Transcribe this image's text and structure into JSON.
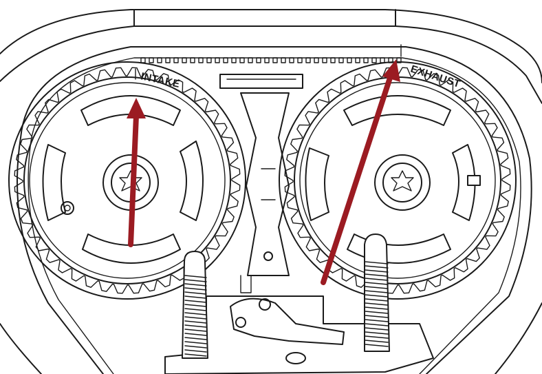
{
  "labels": {
    "intake": "INTAKE",
    "exhaust": "EXHAUST"
  },
  "colors": {
    "arrow": "#9b1b22",
    "line_art": "#1a1a1a",
    "background": "#ffffff"
  },
  "parts": {
    "belt": "timing-belt",
    "left_gear": "intake-camshaft-sprocket",
    "right_gear": "exhaust-camshaft-sprocket",
    "tensioner": "belt-tensioner"
  }
}
